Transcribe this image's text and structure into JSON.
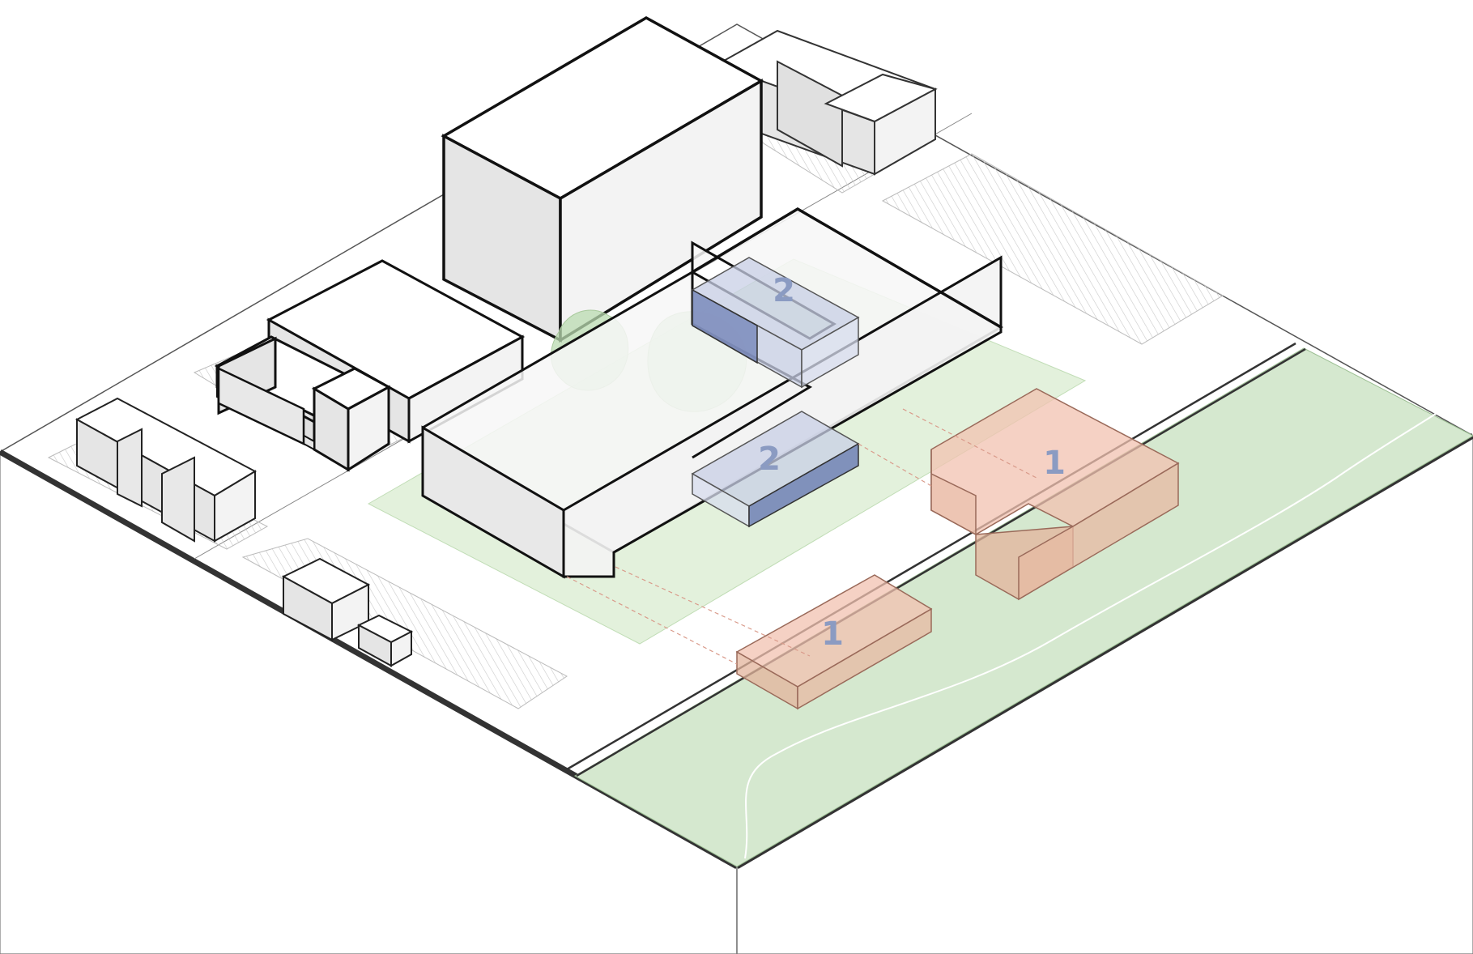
{
  "labels": {
    "zone_1_a": "1",
    "zone_1_b": "1",
    "zone_2_a": "2",
    "zone_2_b": "2"
  },
  "colors": {
    "zone_1_fill": "#f2c2b0",
    "zone_1_stroke": "#9a6a5a",
    "zone_2_fill": "#c8cfe6",
    "zone_2_dark": "#6f80b5",
    "label_color": "#8b9bc2",
    "park_green": "#d5e8cf",
    "courtyard_green": "#e3f1dc",
    "tree_green": "#b9dbb0",
    "building_top": "#ffffff",
    "building_left": "#e5e5e5",
    "building_right": "#f3f3f3"
  }
}
